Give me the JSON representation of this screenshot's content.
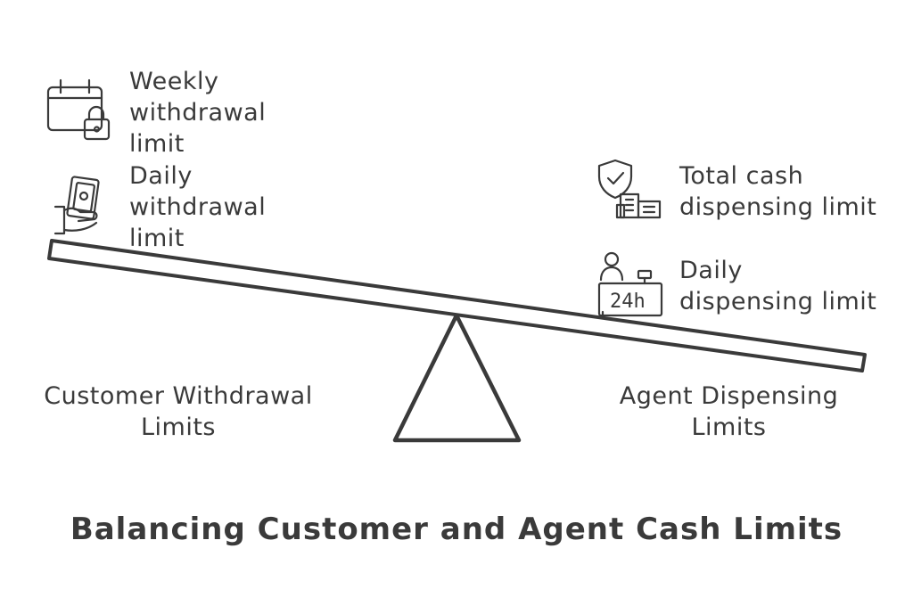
{
  "title": "Balancing Customer and Agent Cash Limits",
  "customer": {
    "group_label_line1": "Customer Withdrawal",
    "group_label_line2": "Limits",
    "weekly": {
      "lines": [
        "Weekly",
        "withdrawal",
        "limit"
      ],
      "icon": "calendar-lock-icon"
    },
    "daily": {
      "lines": [
        "Daily",
        "withdrawal",
        "limit"
      ],
      "icon": "hand-cash-icon"
    }
  },
  "agent": {
    "group_label_line1": "Agent Dispensing",
    "group_label_line2": "Limits",
    "total": {
      "lines": [
        "Total cash",
        "dispensing limit"
      ],
      "icon": "shield-bank-icon"
    },
    "daily": {
      "lines": [
        "Daily",
        "dispensing limit"
      ],
      "icon": "agent-24h-icon",
      "badge": "24h"
    }
  }
}
